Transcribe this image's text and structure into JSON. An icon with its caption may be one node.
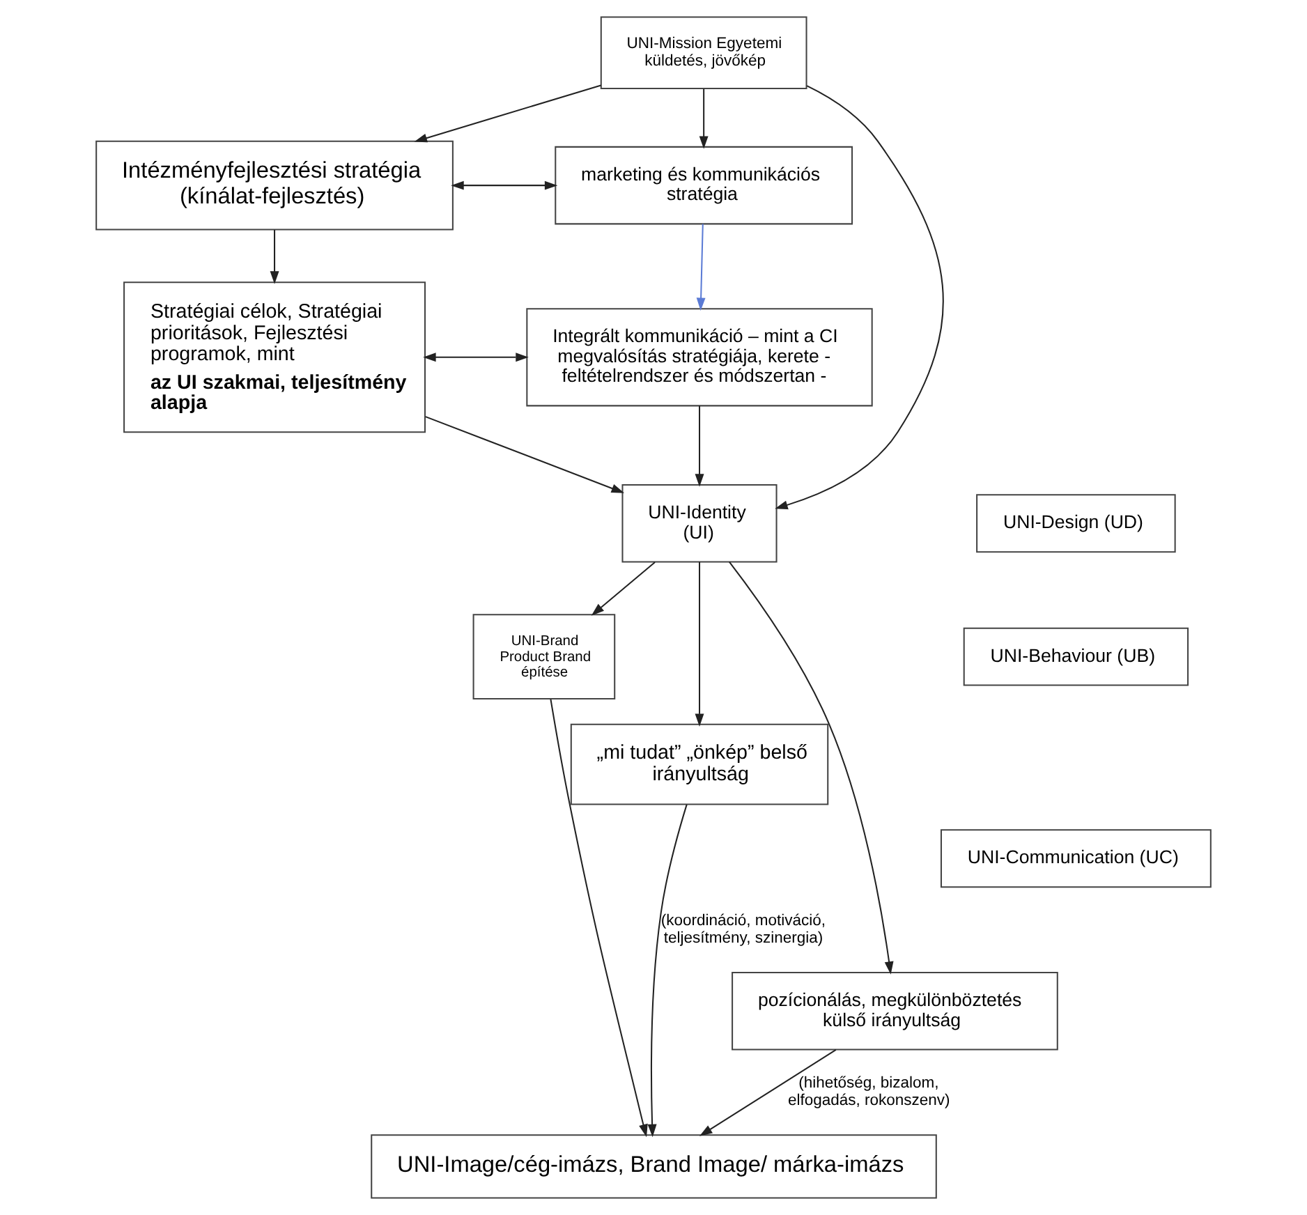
{
  "diagram": {
    "nodes": [
      {
        "text": [
          "UNI-Mission Egyetemi küldetés, jövőkép"
        ]
      },
      {
        "text": [
          "Intézményfejlesztési stratégia (kínálat-fejlesztés)"
        ]
      },
      {
        "text": [
          "marketing és kommunikációs stratégia"
        ]
      },
      {
        "text": [
          "Stratégiai célok, Stratégiai prioritások, Fejlesztési programok, mint",
          "az UI szakmai, teljesítmény alapja"
        ]
      },
      {
        "text": [
          "Integrált kommunikáció – mint a CI megvalósítás stratégiája, kerete - feltételrendszer és módszertan -"
        ]
      },
      {
        "text": [
          "UNI-Identity (UI)"
        ]
      },
      {
        "text": [
          "UNI-Design (UD)"
        ]
      },
      {
        "text": [
          "UNI-Behaviour (UB)"
        ]
      },
      {
        "text": [
          "UNI-Communication (UC)"
        ]
      },
      {
        "text": [
          "UNI-Brand Product Brand építése"
        ]
      },
      {
        "text": [
          "„mi tudat” „önkép” belső irányultság"
        ]
      },
      {
        "text": [
          "pozícionálás, megkülönböztetés külső irányultság"
        ]
      },
      {
        "text": [
          "UNI-Image/cég-imázs, Brand Image/ márka-imázs"
        ]
      }
    ],
    "edges": [
      {
        "from": 0,
        "to": 1,
        "arrow": "to"
      },
      {
        "from": 0,
        "to": 2,
        "arrow": "to"
      },
      {
        "from": 0,
        "to": 5,
        "arrow": "to"
      },
      {
        "from": 1,
        "to": 2,
        "arrow": "both"
      },
      {
        "from": 1,
        "to": 3,
        "arrow": "to"
      },
      {
        "from": 2,
        "to": 4,
        "arrow": "to",
        "color": "#5b7bd5"
      },
      {
        "from": 3,
        "to": 4,
        "arrow": "both"
      },
      {
        "from": 3,
        "to": 5,
        "arrow": "to"
      },
      {
        "from": 4,
        "to": 5,
        "arrow": "to"
      },
      {
        "from": 5,
        "to": 10,
        "arrow": "to"
      },
      {
        "from": 5,
        "to": 9,
        "arrow": "to"
      },
      {
        "from": 5,
        "to": 11,
        "arrow": "to"
      },
      {
        "from": 10,
        "to": 12,
        "arrow": "to",
        "label": "(koordináció, motiváció, teljesítmény, szinergia)"
      },
      {
        "from": 9,
        "to": 12,
        "arrow": "to"
      },
      {
        "from": 11,
        "to": 12,
        "arrow": "to",
        "label": "(hihetőség, bizalom, elfogadás, rokonszenv)"
      }
    ]
  }
}
